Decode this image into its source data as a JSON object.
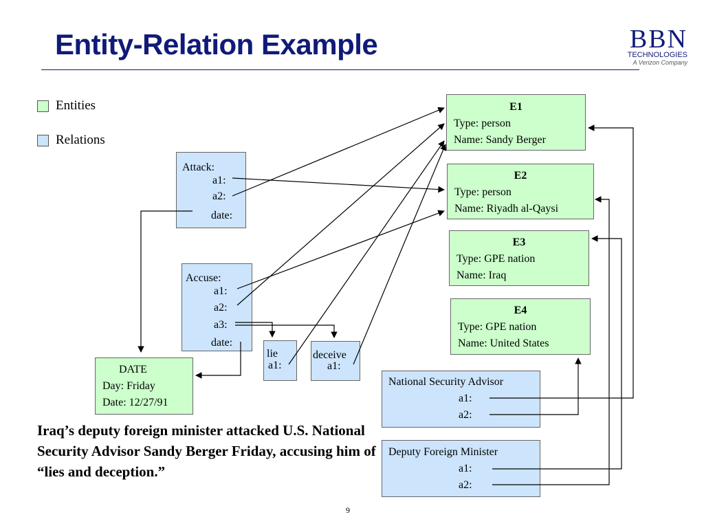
{
  "title": "Entity-Relation Example",
  "logo": {
    "main": "BBN",
    "sub": "TECHNOLOGIES",
    "tag": "A Verizon Company"
  },
  "legend": {
    "entities": "Entities",
    "relations": "Relations",
    "entity_color": "#ccffcc",
    "relation_color": "#cce4fc"
  },
  "entities": {
    "e1": {
      "id": "E1",
      "type": "Type: person",
      "name": "Name: Sandy Berger"
    },
    "e2": {
      "id": "E2",
      "type": "Type: person",
      "name": "Name: Riyadh al-Qaysi"
    },
    "e3": {
      "id": "E3",
      "type": "Type: GPE nation",
      "name": "Name: Iraq"
    },
    "e4": {
      "id": "E4",
      "type": "Type: GPE nation",
      "name": "Name: United States"
    },
    "date": {
      "id": "DATE",
      "day": "Day: Friday",
      "date": "Date: 12/27/91"
    }
  },
  "relations": {
    "attack": {
      "label": "Attack:",
      "a1": "a1:",
      "a2": "a2:",
      "date": "date:"
    },
    "accuse": {
      "label": "Accuse:",
      "a1": "a1:",
      "a2": "a2:",
      "a3": "a3:",
      "date": "date:"
    },
    "lie": {
      "label": "lie",
      "a1": "a1:"
    },
    "deceive": {
      "label": "deceive",
      "a1": "a1:"
    },
    "nsa": {
      "label": "National Security Advisor",
      "a1": "a1:",
      "a2": "a2:"
    },
    "dfm": {
      "label": "Deputy Foreign Minister",
      "a1": "a1:",
      "a2": "a2:"
    }
  },
  "caption": "Iraq’s deputy foreign minister attacked U.S. National Security Advisor Sandy Berger Friday, accusing him of “lies and deception.”",
  "page_number": "9"
}
